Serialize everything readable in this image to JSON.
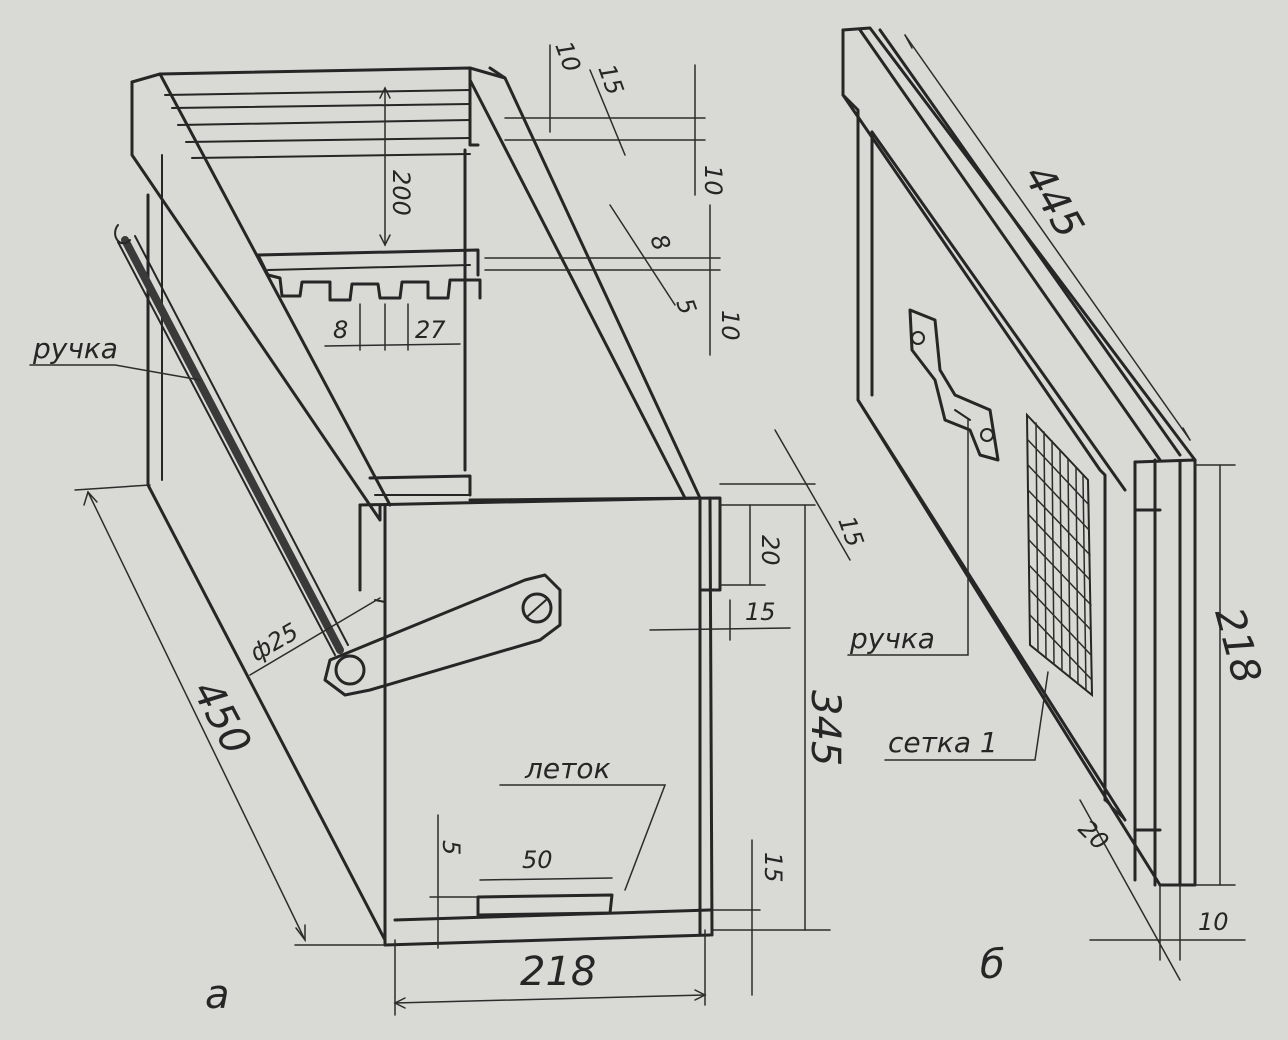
{
  "figure_a": {
    "letter": "а",
    "labels": {
      "handle": "ручка",
      "entrance": "леток"
    },
    "dimensions": {
      "length": "450",
      "width": "218",
      "height": "345",
      "top_bar_10": "10",
      "top_bar_15": "15",
      "height_200": "200",
      "rebate_10_upper": "10",
      "rebate_8": "8",
      "rebate_5": "5",
      "rebate_10_lower": "10",
      "comb_8": "8",
      "comb_27": "27",
      "front_20": "20",
      "front_15_top": "15",
      "front_15_side": "15",
      "entrance_50": "50",
      "entrance_5": "5",
      "bottom_15": "15",
      "handle_dia": "ф25"
    }
  },
  "figure_b": {
    "letter": "б",
    "labels": {
      "handle": "ручка",
      "mesh": "сетка 1"
    },
    "dimensions": {
      "length": "445",
      "height": "218",
      "frame_20": "20",
      "thickness_10": "10"
    }
  }
}
